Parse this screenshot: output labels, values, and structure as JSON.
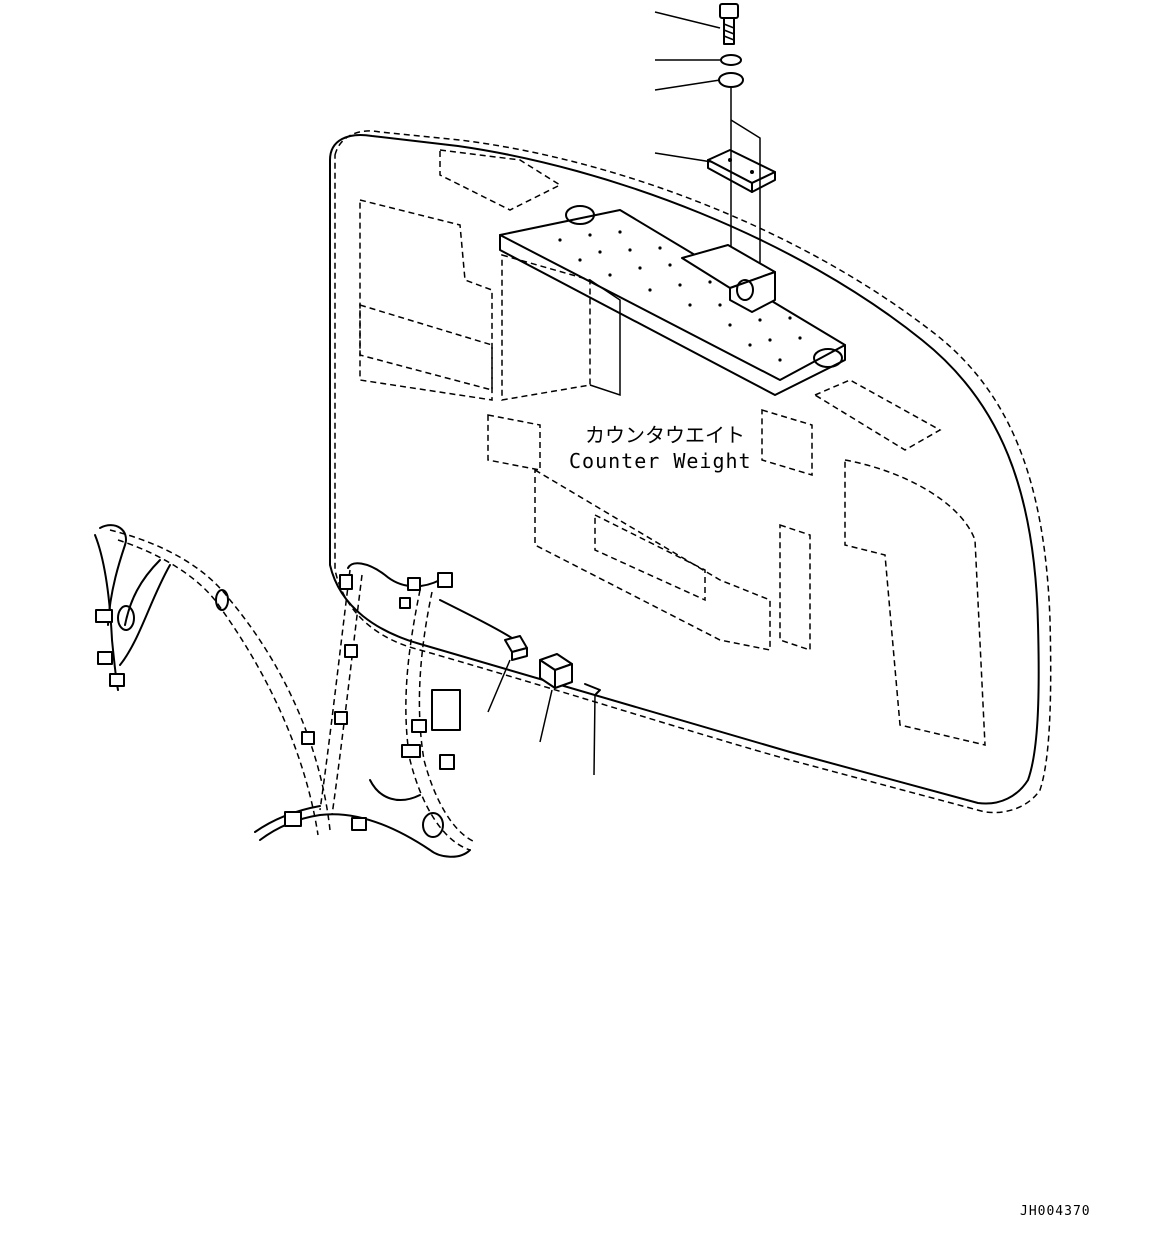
{
  "drawing": {
    "label_jp": "カウンタウエイト",
    "label_en": "Counter Weight",
    "drawing_id": "JH004370"
  }
}
